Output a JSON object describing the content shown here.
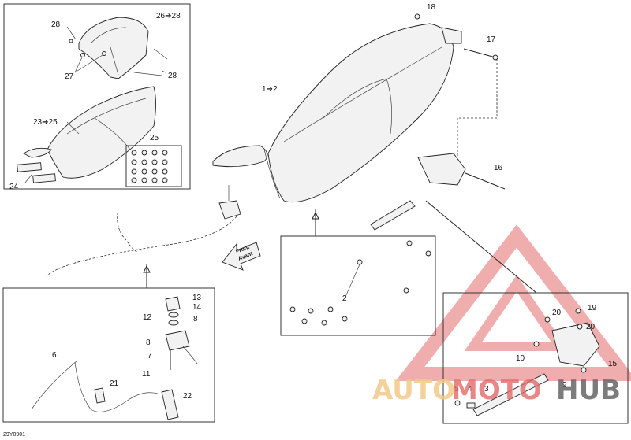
{
  "diagram": {
    "code": "29Y0901",
    "direction_arrow": [
      "Front",
      "Avant"
    ],
    "callouts": {
      "c18": "18",
      "c17": "17",
      "c12": "1➔2",
      "c16": "16",
      "c2": "2",
      "c28a": "28",
      "c2628": "26➔28",
      "c27": "27",
      "c28b": "28",
      "c2325": "23➔25",
      "c25": "25",
      "c24": "24",
      "c13": "13",
      "c14": "14",
      "c12b": "12",
      "c8a": "8",
      "c8b": "8",
      "c7": "7",
      "c6": "6",
      "c11": "11",
      "c21": "21",
      "c22": "22",
      "c19": "19",
      "c20a": "20",
      "c20b": "20",
      "c10": "10",
      "c15": "15",
      "c9": "9",
      "c5": "5",
      "c4": "4",
      "c3": "3"
    },
    "watermark": {
      "auto": "AUTO",
      "moto": "MOTO",
      "hub": "HUB",
      "colors": {
        "red": "#e24a4a",
        "orange": "#f0b870",
        "gray": "#666666"
      }
    }
  }
}
